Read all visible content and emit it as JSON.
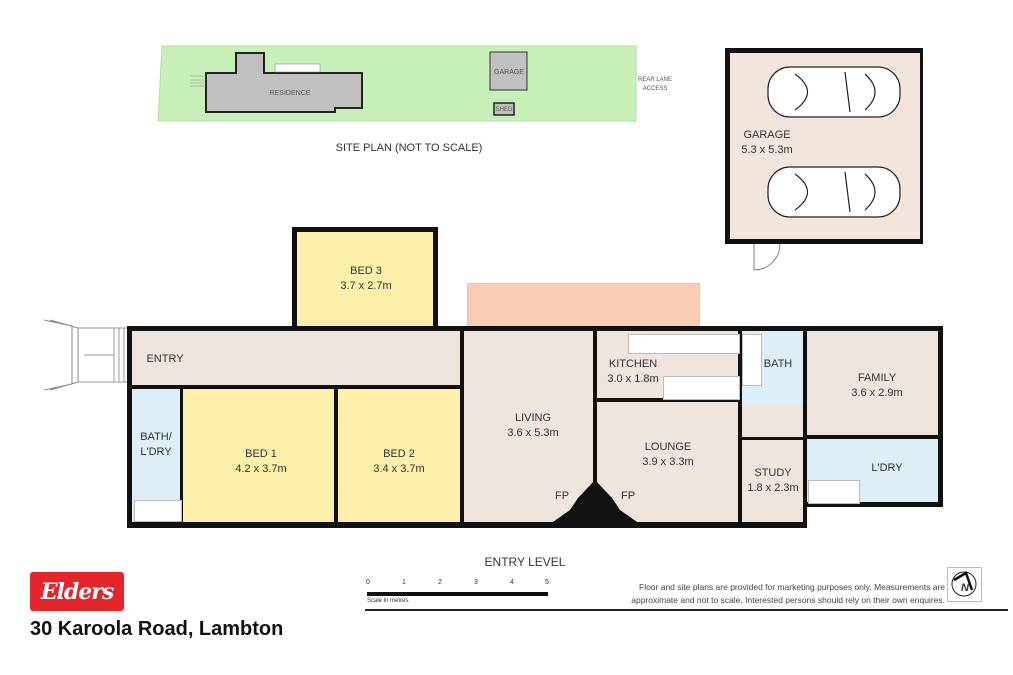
{
  "site_plan": {
    "title": "SITE PLAN (NOT TO SCALE)",
    "residence": "RESIDENCE",
    "garage": "GARAGE",
    "shed": "SHED",
    "rear_access": "REAR LANE ACCESS"
  },
  "garage": {
    "name": "GARAGE",
    "size": "5.3 x 5.3m"
  },
  "rooms": {
    "bed3": {
      "name": "BED 3",
      "size": "3.7 x 2.7m"
    },
    "entry": {
      "name": "ENTRY"
    },
    "bath_ldry": {
      "name": "BATH/ L'DRY"
    },
    "bed1": {
      "name": "BED 1",
      "size": "4.2 x 3.7m"
    },
    "bed2": {
      "name": "BED 2",
      "size": "3.4 x 3.7m"
    },
    "living": {
      "name": "LIVING",
      "size": "3.6 x 5.3m"
    },
    "kitchen": {
      "name": "KITCHEN",
      "size": "3.0 x 1.8m"
    },
    "bath": {
      "name": "BATH"
    },
    "family": {
      "name": "FAMILY",
      "size": "3.6 x 2.9m"
    },
    "lounge": {
      "name": "LOUNGE",
      "size": "3.9 x 3.3m"
    },
    "study": {
      "name": "STUDY",
      "size": "1.8 x 2.3m"
    },
    "ldry": {
      "name": "L'DRY"
    },
    "fp1": "FP",
    "fp2": "FP"
  },
  "level": "ENTRY LEVEL",
  "scale": {
    "ticks": [
      "0",
      "1",
      "2",
      "3",
      "4",
      "5"
    ],
    "caption": "Scale in metres."
  },
  "disclaimer": {
    "line1": "Floor and site plans are provided for marketing purposes only. Measurements are",
    "line2": "approximate and not to scale. Interested persons should rely on their own enquires."
  },
  "north": "N",
  "brand": {
    "logo": "Elders",
    "color": "#e3262b"
  },
  "address": "30 Karoola Road, Lambton"
}
